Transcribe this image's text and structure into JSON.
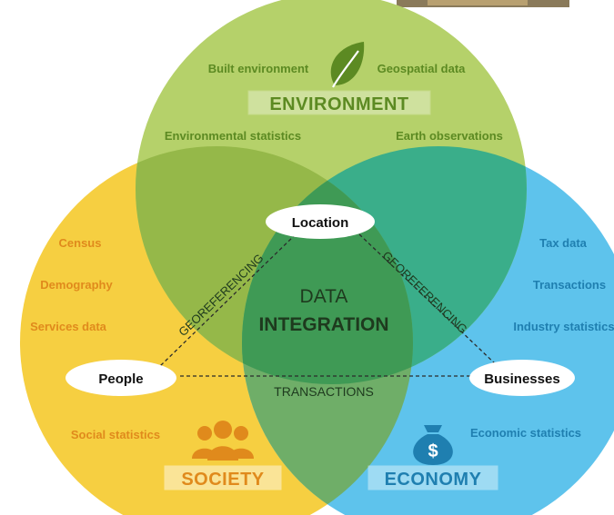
{
  "colors": {
    "environment": "#b5d16a",
    "society": "#f6cf41",
    "economy": "#5ec3ec",
    "env_society_overlap": "#95b849",
    "env_economy_overlap": "#3aae8a",
    "soc_economy_overlap": "#6fae68",
    "center_overlap": "#3f9a55",
    "env_text": "#5c8a22",
    "society_text": "#e08a1c",
    "economy_text": "#1f7fb0",
    "center_text": "#1e3a1e"
  },
  "icons": {
    "environment": "leaf-icon",
    "society": "people-group-icon",
    "economy": "money-bag-icon"
  },
  "environment": {
    "title": "ENVIRONMENT",
    "items": [
      "Built environment",
      "Geospatial data",
      "Environmental statistics",
      "Earth observations"
    ]
  },
  "society": {
    "title": "SOCIETY",
    "items": [
      "Census",
      "Demography",
      "Services data",
      "Social statistics"
    ]
  },
  "economy": {
    "title": "ECONOMY",
    "items": [
      "Tax data",
      "Transactions",
      "Industry statistics",
      "Economic statistics"
    ],
    "icon_symbol": "$"
  },
  "center": {
    "line1": "DATA",
    "line2": "INTEGRATION"
  },
  "nodes": {
    "location": "Location",
    "people": "People",
    "businesses": "Businesses"
  },
  "links": {
    "left": "GEOREFERENCING",
    "right": "GEOREFERENCING",
    "bottom": "TRANSACTIONS"
  }
}
